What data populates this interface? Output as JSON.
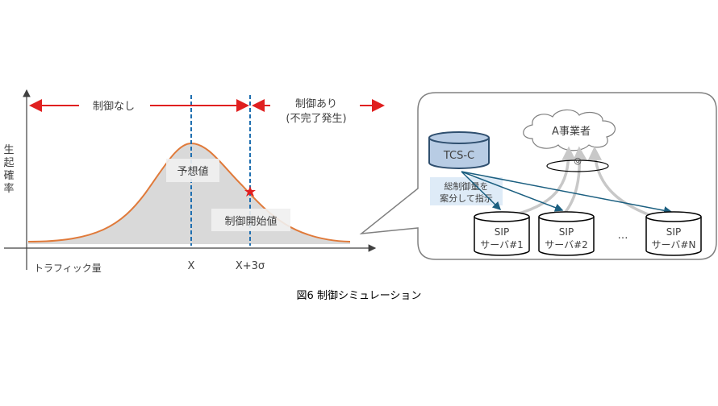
{
  "chart": {
    "y_axis_label": [
      "生",
      "起",
      "確",
      "率"
    ],
    "x_axis_label": "トラフィック量",
    "tick_x": "X",
    "tick_x3s": "X+3σ",
    "no_control_label": "制御なし",
    "control_label_line1": "制御あり",
    "control_label_line2": "(不完了発生)",
    "expected_value_label": "予想値",
    "control_start_label": "制御開始値"
  },
  "network": {
    "cloud_label": "A事業者",
    "controller_label": "TCS-C",
    "aggregate_symbol": "◎",
    "instruction_line1": "総制御量を",
    "instruction_line2": "案分して指示",
    "servers": [
      {
        "line1": "SIP",
        "line2": "サーバ#1"
      },
      {
        "line1": "SIP",
        "line2": "サーバ#2"
      },
      {
        "line1": "SIP",
        "line2": "サーバ#N"
      }
    ],
    "ellipsis": "…"
  },
  "caption": "図6 制御シミュレーション",
  "colors": {
    "curve": "#e07a3a",
    "red": "#e02020",
    "dashed": "#1f6fb0",
    "teal": "#1b5f80",
    "cylinder": "#b8cce4"
  }
}
